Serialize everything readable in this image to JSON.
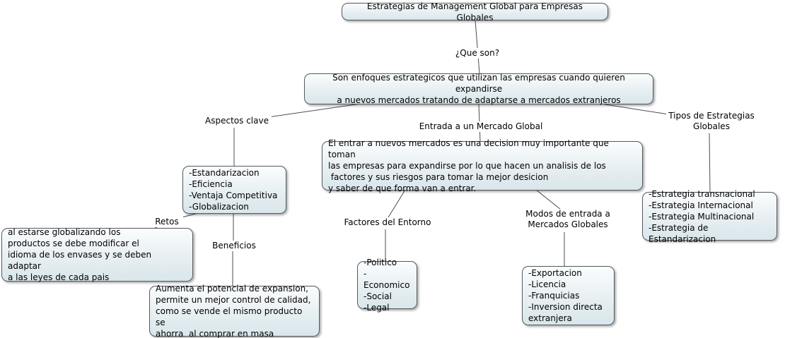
{
  "diagram": {
    "title": "Estrategias de Management Global para Empresas Globales",
    "type": "concept-map",
    "colors": {
      "background": "#ffffff",
      "node_fill_top": "#fbfdfe",
      "node_fill_bottom": "#d9e6eb",
      "node_border": "#565b5e",
      "connector": "#4d4d4d",
      "text": "#000000"
    }
  },
  "nodes": {
    "root": {
      "text": "Estrategias de Management Global para Empresas Globales"
    },
    "que_son_answer": {
      "text": "Son enfoques estrategicos que utilizan las empresas cuando quieren expandirse\na nuevos mercados tratando de adaptarse a mercados extranjeros"
    },
    "aspectos_list": {
      "text": "-Estandarizacion\n-Eficiencia\n-Ventaja Competitiva\n-Globalizacion"
    },
    "entrada_desc": {
      "text": "El entrar a nuevos mercados es una decision muy importante que toman\nlas empresas para expandirse por lo que hacen un analisis de los\n factores y sus riesgos para tomar la mejor desicion\ny saber de que forma van a entrar."
    },
    "tipos_list": {
      "text": "-Estrategia transnacional\n-Estrategia Internacional\n-Estrategia Multinacional\n-Estrategia de Estandarizacion"
    },
    "retos_desc": {
      "text": "al estarse globalizando los\nproductos se debe modificar el\nidioma de los envases y se deben adaptar\na las leyes de cada pais"
    },
    "beneficios_desc": {
      "text": "Aumenta el potencial de expansion,\npermite un mejor control de calidad,\ncomo se vende el mismo producto se\nahorra  al comprar en masa"
    },
    "factores_list": {
      "text": "-Politico\n-Economico\n-Social\n-Legal"
    },
    "modos_list": {
      "text": "-Exportacion\n-Licencia\n-Franquicias\n-Inversion directa\nextranjera"
    }
  },
  "labels": {
    "que_son": "¿Que son?",
    "aspectos_clave": "Aspectos clave",
    "entrada_mercado": "Entrada a un Mercado Global",
    "tipos_estrategias": "Tipos de Estrategias\nGlobales",
    "retos": "Retos",
    "beneficios": "Beneficios",
    "factores_entorno": "Factores del Entorno",
    "modos_entrada": "Modos de entrada a\nMercados Globales"
  }
}
